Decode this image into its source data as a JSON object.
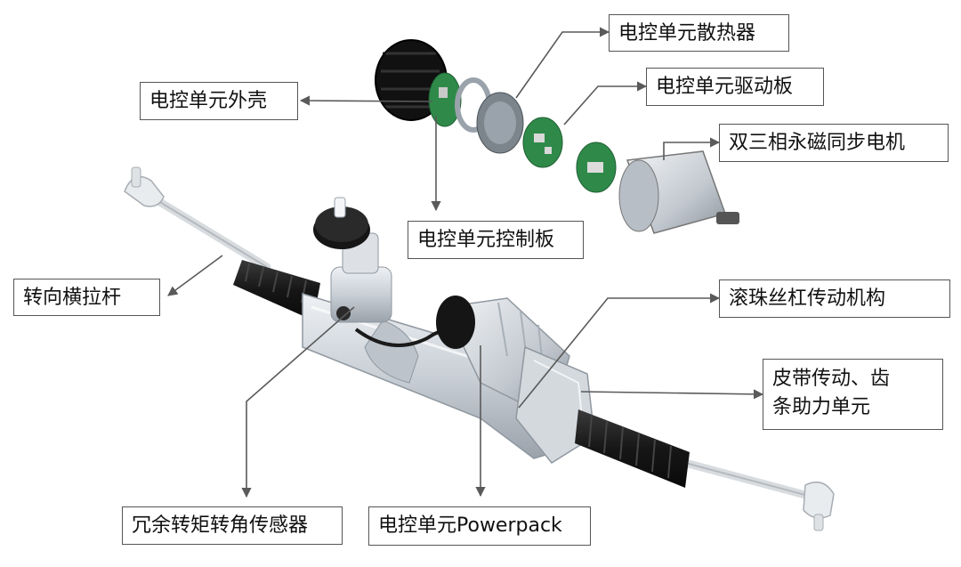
{
  "labels": {
    "housing": "电控单元外壳",
    "heatsink": "电控单元散热器",
    "driver_board": "电控单元驱动板",
    "motor": "双三相永磁同步电机",
    "control_board": "电控单元控制板",
    "tie_rod": "转向横拉杆",
    "ball_screw": "滚珠丝杠传动机构",
    "belt_drive_line1": "皮带传动、齿",
    "belt_drive_line2": "条助力单元",
    "sensor": "冗余转矩转角传感器",
    "powerpack": "电控单元Powerpack"
  },
  "colors": {
    "leader_line": "#5a5a5a",
    "pcb_green": "#2f8a4a",
    "housing_black": "#1c1c1c",
    "metal_light": "#cfd4da",
    "boot_black": "#202020"
  }
}
